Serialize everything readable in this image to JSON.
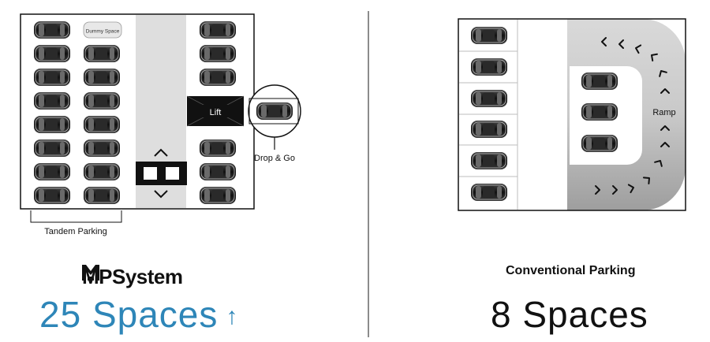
{
  "mps": {
    "dummy_label": "Dummy Space",
    "lift_label": "Lift",
    "dropgo_label": "Drop & Go",
    "tandem_label": "Tandem Parking",
    "brand": "MPSystem",
    "count_label": "25 Spaces",
    "count_arrow": "↑",
    "accent_color": "#2e86b8"
  },
  "conventional": {
    "title": "Conventional Parking",
    "ramp_label": "Ramp",
    "count_label": "8 Spaces"
  },
  "icons": {
    "brand": "mpsystem-logo-icon",
    "up": "chevron-up-icon",
    "down": "chevron-down-icon"
  }
}
